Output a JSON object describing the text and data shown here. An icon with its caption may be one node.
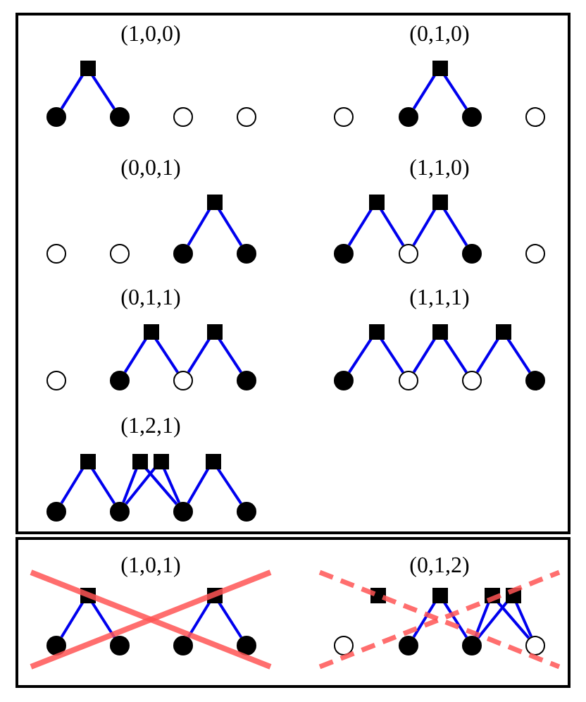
{
  "diagram": {
    "nodes": [
      {
        "text": [],
        "shape": "box"
      },
      {
        "text": [],
        "shape": "box"
      },
      {
        "text": [],
        "shape": "square",
        "in": 0
      },
      {
        "text": [],
        "shape": "dot",
        "in": 0
      },
      {
        "text": [],
        "shape": "dot",
        "in": 0
      },
      {
        "text": [],
        "shape": "circle",
        "in": 0
      },
      {
        "text": [],
        "shape": "circle",
        "in": 0
      },
      {
        "text": [],
        "shape": "square",
        "in": 0
      },
      {
        "text": [],
        "shape": "circle",
        "in": 0
      },
      {
        "text": [],
        "shape": "dot",
        "in": 0
      },
      {
        "text": [],
        "shape": "dot",
        "in": 0
      },
      {
        "text": [],
        "shape": "circle",
        "in": 0
      },
      {
        "text": [],
        "shape": "square",
        "in": 0
      },
      {
        "text": [],
        "shape": "circle",
        "in": 0
      },
      {
        "text": [],
        "shape": "circle",
        "in": 0
      },
      {
        "text": [],
        "shape": "dot",
        "in": 0
      },
      {
        "text": [],
        "shape": "dot",
        "in": 0
      },
      {
        "text": [],
        "shape": "square",
        "in": 0
      },
      {
        "text": [],
        "shape": "square",
        "in": 0
      },
      {
        "text": [],
        "shape": "dot",
        "in": 0
      },
      {
        "text": [],
        "shape": "circle",
        "in": 0
      },
      {
        "text": [],
        "shape": "dot",
        "in": 0
      },
      {
        "text": [],
        "shape": "circle",
        "in": 0
      },
      {
        "text": [],
        "shape": "square",
        "in": 0
      },
      {
        "text": [],
        "shape": "square",
        "in": 0
      },
      {
        "text": [],
        "shape": "circle",
        "in": 0
      },
      {
        "text": [],
        "shape": "dot",
        "in": 0
      },
      {
        "text": [],
        "shape": "circle",
        "in": 0
      },
      {
        "text": [],
        "shape": "dot",
        "in": 0
      },
      {
        "text": [],
        "shape": "square",
        "in": 0
      },
      {
        "text": [],
        "shape": "square",
        "in": 0
      },
      {
        "text": [],
        "shape": "square",
        "in": 0
      },
      {
        "text": [],
        "shape": "dot",
        "in": 0
      },
      {
        "text": [],
        "shape": "circle",
        "in": 0
      },
      {
        "text": [],
        "shape": "circle",
        "in": 0
      },
      {
        "text": [],
        "shape": "dot",
        "in": 0
      },
      {
        "text": [],
        "shape": "square",
        "in": 0
      },
      {
        "text": [],
        "shape": "square",
        "in": 0
      },
      {
        "text": [],
        "shape": "square",
        "in": 0
      },
      {
        "text": [],
        "shape": "square",
        "in": 0
      },
      {
        "text": [],
        "shape": "dot",
        "in": 0
      },
      {
        "text": [],
        "shape": "dot",
        "in": 0
      },
      {
        "text": [],
        "shape": "dot",
        "in": 0
      },
      {
        "text": [],
        "shape": "dot",
        "in": 0
      },
      {
        "text": [],
        "shape": "square",
        "in": 1
      },
      {
        "text": [],
        "shape": "square",
        "in": 1
      },
      {
        "text": [],
        "shape": "dot",
        "in": 1
      },
      {
        "text": [],
        "shape": "dot",
        "in": 1
      },
      {
        "text": [],
        "shape": "dot",
        "in": 1
      },
      {
        "text": [],
        "shape": "dot",
        "in": 1
      },
      {
        "text": [],
        "shape": "square",
        "in": 1
      },
      {
        "text": [],
        "shape": "square",
        "in": 1
      },
      {
        "text": [],
        "shape": "square",
        "in": 1
      },
      {
        "text": [],
        "shape": "square",
        "in": 1
      },
      {
        "text": [],
        "shape": "circle",
        "in": 1
      },
      {
        "text": [],
        "shape": "dot",
        "in": 1
      },
      {
        "text": [],
        "shape": "dot",
        "in": 1
      },
      {
        "text": [],
        "shape": "circle",
        "in": 1
      }
    ],
    "edges": [
      {
        "from": 2,
        "to": 3,
        "arrow": "none"
      },
      {
        "from": 2,
        "to": 4,
        "arrow": "none"
      },
      {
        "from": 7,
        "to": 9,
        "arrow": "none"
      },
      {
        "from": 7,
        "to": 10,
        "arrow": "none"
      },
      {
        "from": 12,
        "to": 15,
        "arrow": "none"
      },
      {
        "from": 12,
        "to": 16,
        "arrow": "none"
      },
      {
        "from": 17,
        "to": 19,
        "arrow": "none"
      },
      {
        "from": 17,
        "to": 20,
        "arrow": "none"
      },
      {
        "from": 18,
        "to": 20,
        "arrow": "none"
      },
      {
        "from": 18,
        "to": 21,
        "arrow": "none"
      },
      {
        "from": 23,
        "to": 26,
        "arrow": "none"
      },
      {
        "from": 23,
        "to": 27,
        "arrow": "none"
      },
      {
        "from": 24,
        "to": 27,
        "arrow": "none"
      },
      {
        "from": 24,
        "to": 28,
        "arrow": "none"
      },
      {
        "from": 29,
        "to": 32,
        "arrow": "none"
      },
      {
        "from": 29,
        "to": 33,
        "arrow": "none"
      },
      {
        "from": 30,
        "to": 33,
        "arrow": "none"
      },
      {
        "from": 30,
        "to": 34,
        "arrow": "none"
      },
      {
        "from": 31,
        "to": 34,
        "arrow": "none"
      },
      {
        "from": 31,
        "to": 35,
        "arrow": "none"
      },
      {
        "from": 36,
        "to": 40,
        "arrow": "none"
      },
      {
        "from": 36,
        "to": 41,
        "arrow": "none"
      },
      {
        "from": 37,
        "to": 41,
        "arrow": "none"
      },
      {
        "from": 37,
        "to": 42,
        "arrow": "none"
      },
      {
        "from": 38,
        "to": 41,
        "arrow": "none"
      },
      {
        "from": 38,
        "to": 42,
        "arrow": "none"
      },
      {
        "from": 39,
        "to": 42,
        "arrow": "none"
      },
      {
        "from": 39,
        "to": 43,
        "arrow": "none"
      },
      {
        "from": 44,
        "to": 46,
        "arrow": "none"
      },
      {
        "from": 44,
        "to": 47,
        "arrow": "none"
      },
      {
        "from": 45,
        "to": 48,
        "arrow": "none"
      },
      {
        "from": 45,
        "to": 49,
        "arrow": "none"
      },
      {
        "from": 51,
        "to": 55,
        "arrow": "none"
      },
      {
        "from": 51,
        "to": 56,
        "arrow": "none"
      },
      {
        "from": 52,
        "to": 56,
        "arrow": "none"
      },
      {
        "from": 52,
        "to": 57,
        "arrow": "none"
      },
      {
        "from": 53,
        "to": 56,
        "arrow": "none"
      },
      {
        "from": 53,
        "to": 57,
        "arrow": "none"
      }
    ],
    "labels": [
      "(1,0,0)",
      "(0,1,0)",
      "(0,0,1)",
      "(1,1,0)",
      "(0,1,1)",
      "(1,1,1)",
      "(1,2,1)",
      "(1,0,1)",
      "(0,1,2)"
    ]
  }
}
